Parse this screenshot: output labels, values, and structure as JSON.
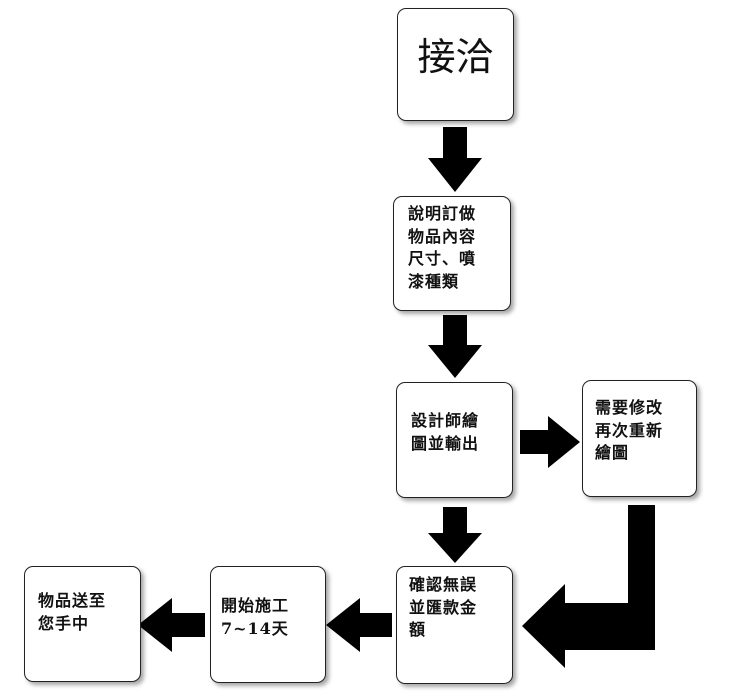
{
  "diagram": {
    "nodes": [
      {
        "id": "contact",
        "label": "接洽"
      },
      {
        "id": "explain",
        "label": "說明訂做\n物品內容\n尺寸、噴\n漆種類"
      },
      {
        "id": "design",
        "label": "設計師繪\n圖並輸出"
      },
      {
        "id": "revise",
        "label": "需要修改\n再次重新\n繪圖"
      },
      {
        "id": "confirm",
        "label": "確認無誤\n並匯款金\n額"
      },
      {
        "id": "construct",
        "label": "開始施工\n7~14天"
      },
      {
        "id": "deliver",
        "label": "物品送至\n您手中"
      }
    ],
    "edges": [
      {
        "from": "contact",
        "to": "explain"
      },
      {
        "from": "explain",
        "to": "design"
      },
      {
        "from": "design",
        "to": "revise"
      },
      {
        "from": "design",
        "to": "confirm"
      },
      {
        "from": "revise",
        "to": "confirm"
      },
      {
        "from": "confirm",
        "to": "construct"
      },
      {
        "from": "construct",
        "to": "deliver"
      }
    ]
  }
}
